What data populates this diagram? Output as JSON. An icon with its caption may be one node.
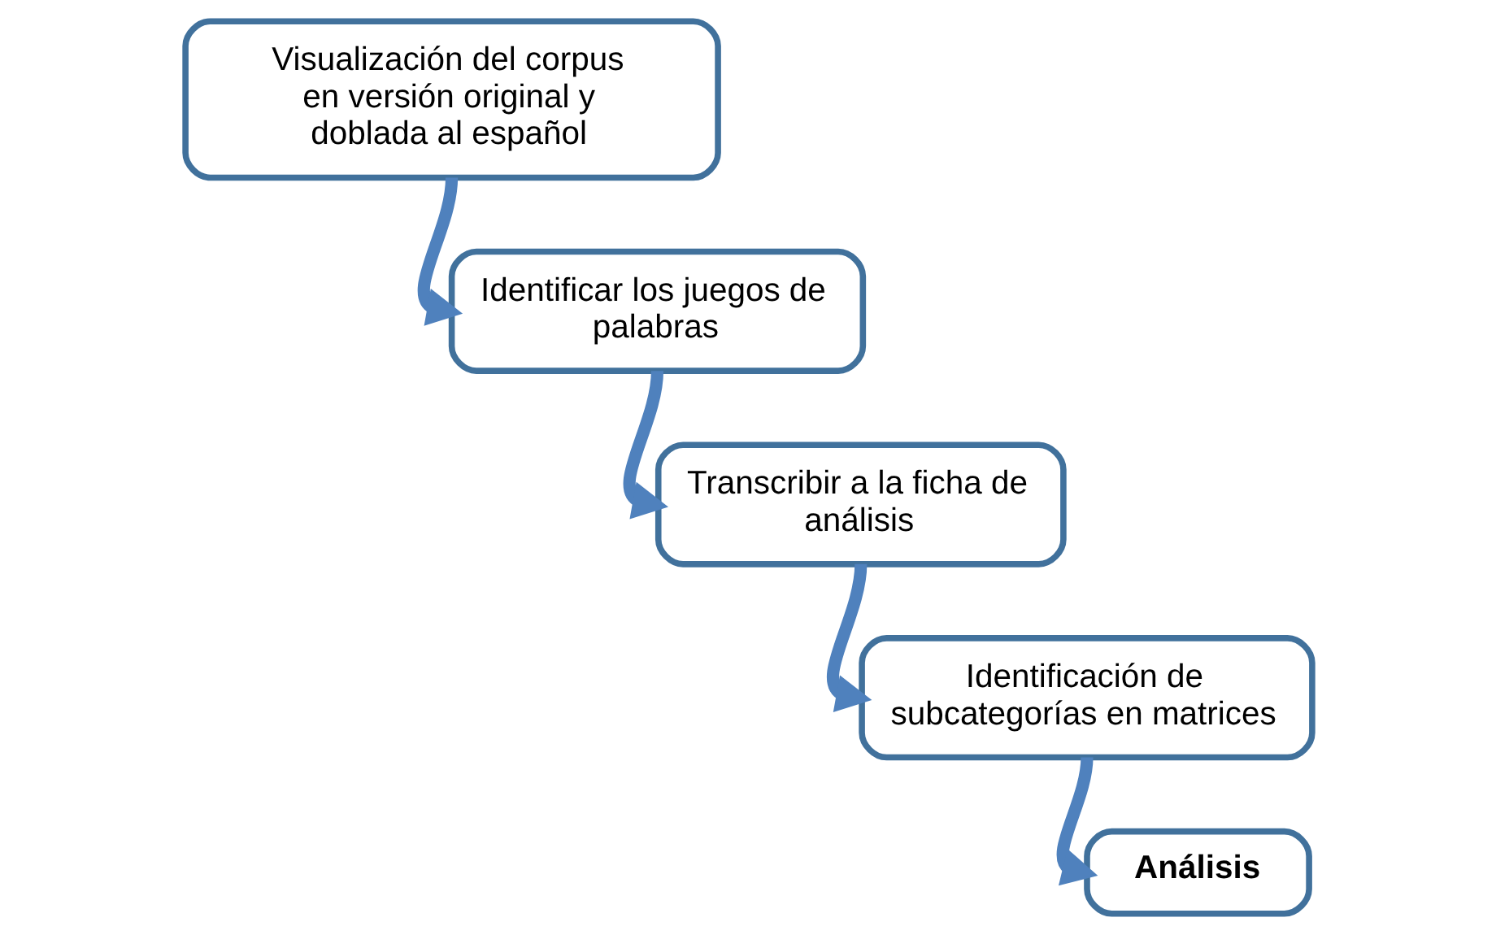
{
  "diagram": {
    "nodes": [
      {
        "text": [
          "Visualización del corpus en versión original y doblada al español"
        ]
      },
      {
        "text": [
          "Identificar los juegos de palabras"
        ]
      },
      {
        "text": [
          "Transcribir a la ficha de análisis"
        ]
      },
      {
        "text": [
          "Identificación de subcategorías en matrices"
        ]
      },
      {
        "text": [
          "Análisis"
        ]
      }
    ],
    "edges": [
      {
        "from": 0,
        "to": 1,
        "arrow": "to"
      },
      {
        "from": 1,
        "to": 2,
        "arrow": "to"
      },
      {
        "from": 2,
        "to": 3,
        "arrow": "to"
      },
      {
        "from": 3,
        "to": 4,
        "arrow": "to"
      }
    ]
  }
}
